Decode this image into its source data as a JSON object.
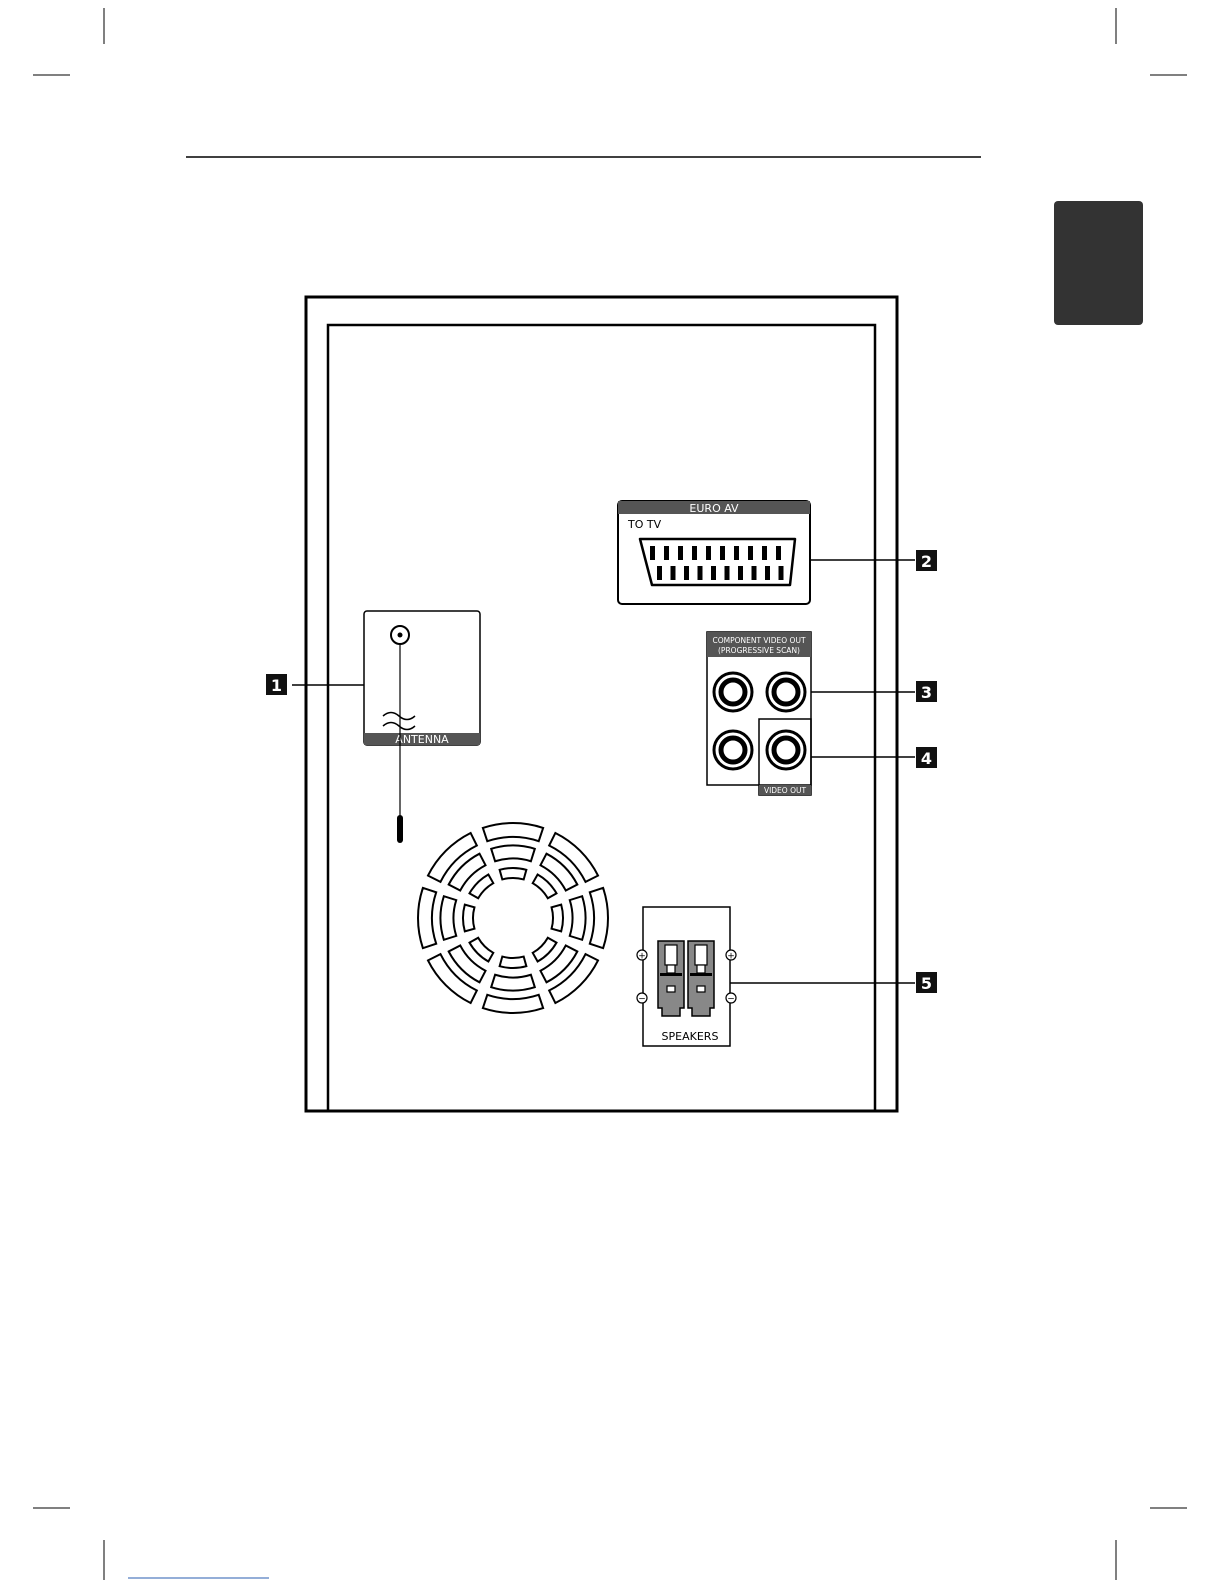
{
  "page": {
    "chapter_tab_color": "#333333"
  },
  "panel": {
    "euro_av": {
      "title": "EURO AV",
      "subtitle": "TO TV"
    },
    "component": {
      "title_line1": "COMPONENT VIDEO OUT",
      "title_line2": "(PROGRESSIVE SCAN)"
    },
    "video_out": {
      "label": "VIDEO OUT"
    },
    "antenna": {
      "label": "ANTENNA"
    },
    "speakers": {
      "label": "SPEAKERS",
      "plus_symbol": "+",
      "minus_symbol": "−"
    }
  },
  "callouts": [
    {
      "id": "antenna",
      "number": "1"
    },
    {
      "id": "euro-av",
      "number": "2"
    },
    {
      "id": "component-video",
      "number": "3"
    },
    {
      "id": "video-out",
      "number": "4"
    },
    {
      "id": "speakers",
      "number": "5"
    }
  ]
}
